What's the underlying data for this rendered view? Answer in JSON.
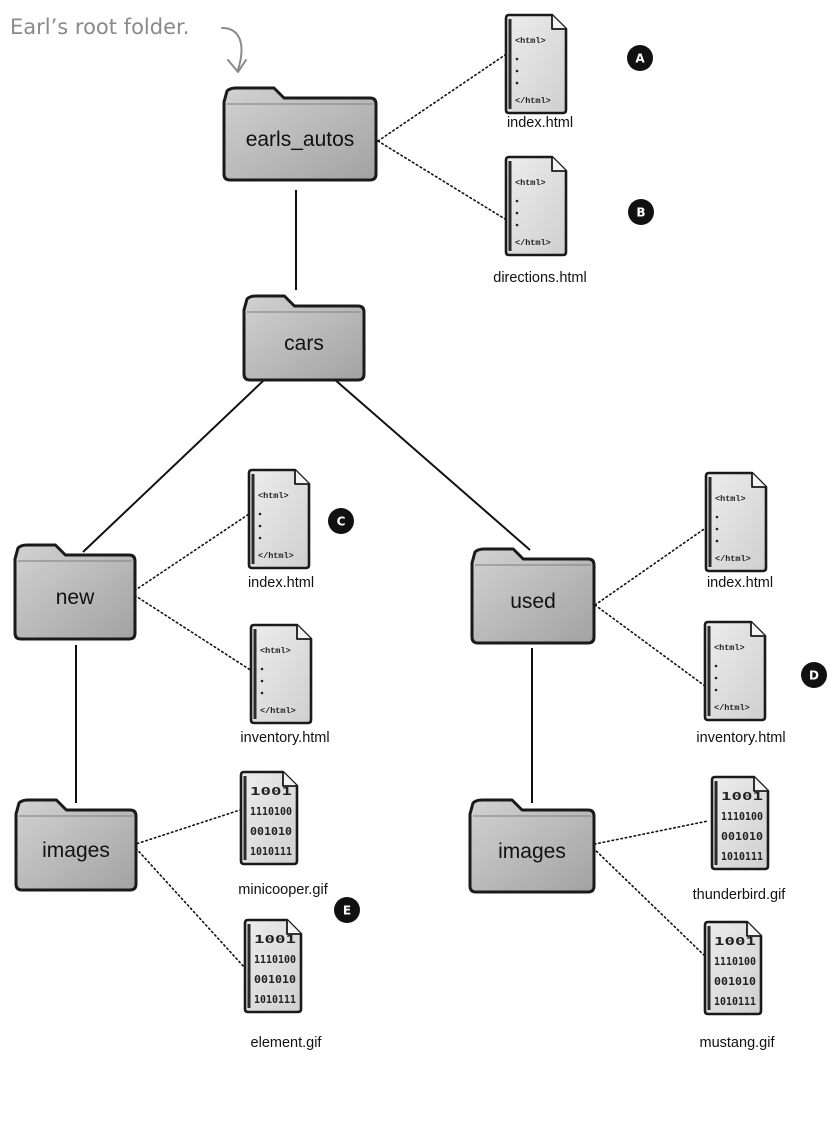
{
  "annotation": "Earl’s root folder.",
  "folders": [
    {
      "id": "earls_autos",
      "label": "earls_autos"
    },
    {
      "id": "cars",
      "label": "cars"
    },
    {
      "id": "new",
      "label": "new"
    },
    {
      "id": "used",
      "label": "used"
    },
    {
      "id": "images_new",
      "label": "images"
    },
    {
      "id": "images_used",
      "label": "images"
    }
  ],
  "files": [
    {
      "id": "root_index",
      "label": "index.html",
      "kind": "html",
      "parent": "earls_autos",
      "badge": "A"
    },
    {
      "id": "root_directions",
      "label": "directions.html",
      "kind": "html",
      "parent": "earls_autos",
      "badge": "B"
    },
    {
      "id": "new_index",
      "label": "index.html",
      "kind": "html",
      "parent": "new",
      "badge": "C"
    },
    {
      "id": "new_inventory",
      "label": "inventory.html",
      "kind": "html",
      "parent": "new"
    },
    {
      "id": "used_index",
      "label": "index.html",
      "kind": "html",
      "parent": "used"
    },
    {
      "id": "used_inventory",
      "label": "inventory.html",
      "kind": "html",
      "parent": "used",
      "badge": "D"
    },
    {
      "id": "minicooper",
      "label": "minicooper.gif",
      "kind": "gif",
      "parent": "images_new",
      "badge": "E"
    },
    {
      "id": "element",
      "label": "element.gif",
      "kind": "gif",
      "parent": "images_new"
    },
    {
      "id": "thunderbird",
      "label": "thunderbird.gif",
      "kind": "gif",
      "parent": "images_used"
    },
    {
      "id": "mustang",
      "label": "mustang.gif",
      "kind": "gif",
      "parent": "images_used"
    }
  ],
  "html_icon": {
    "open_tag": "<html>",
    "close_tag": "</html>"
  },
  "gif_icon": {
    "rows": [
      "1001",
      "1110100",
      "001010",
      "1010111"
    ]
  },
  "folder_links": [
    [
      "earls_autos",
      "cars"
    ],
    [
      "cars",
      "new"
    ],
    [
      "cars",
      "used"
    ],
    [
      "new",
      "images_new"
    ],
    [
      "used",
      "images_used"
    ]
  ],
  "colors": {
    "folder_fill": "#b9b9b9",
    "page_fill": "#e3e3e3",
    "badge": "#111111",
    "annotation": "#8a8a8a"
  }
}
